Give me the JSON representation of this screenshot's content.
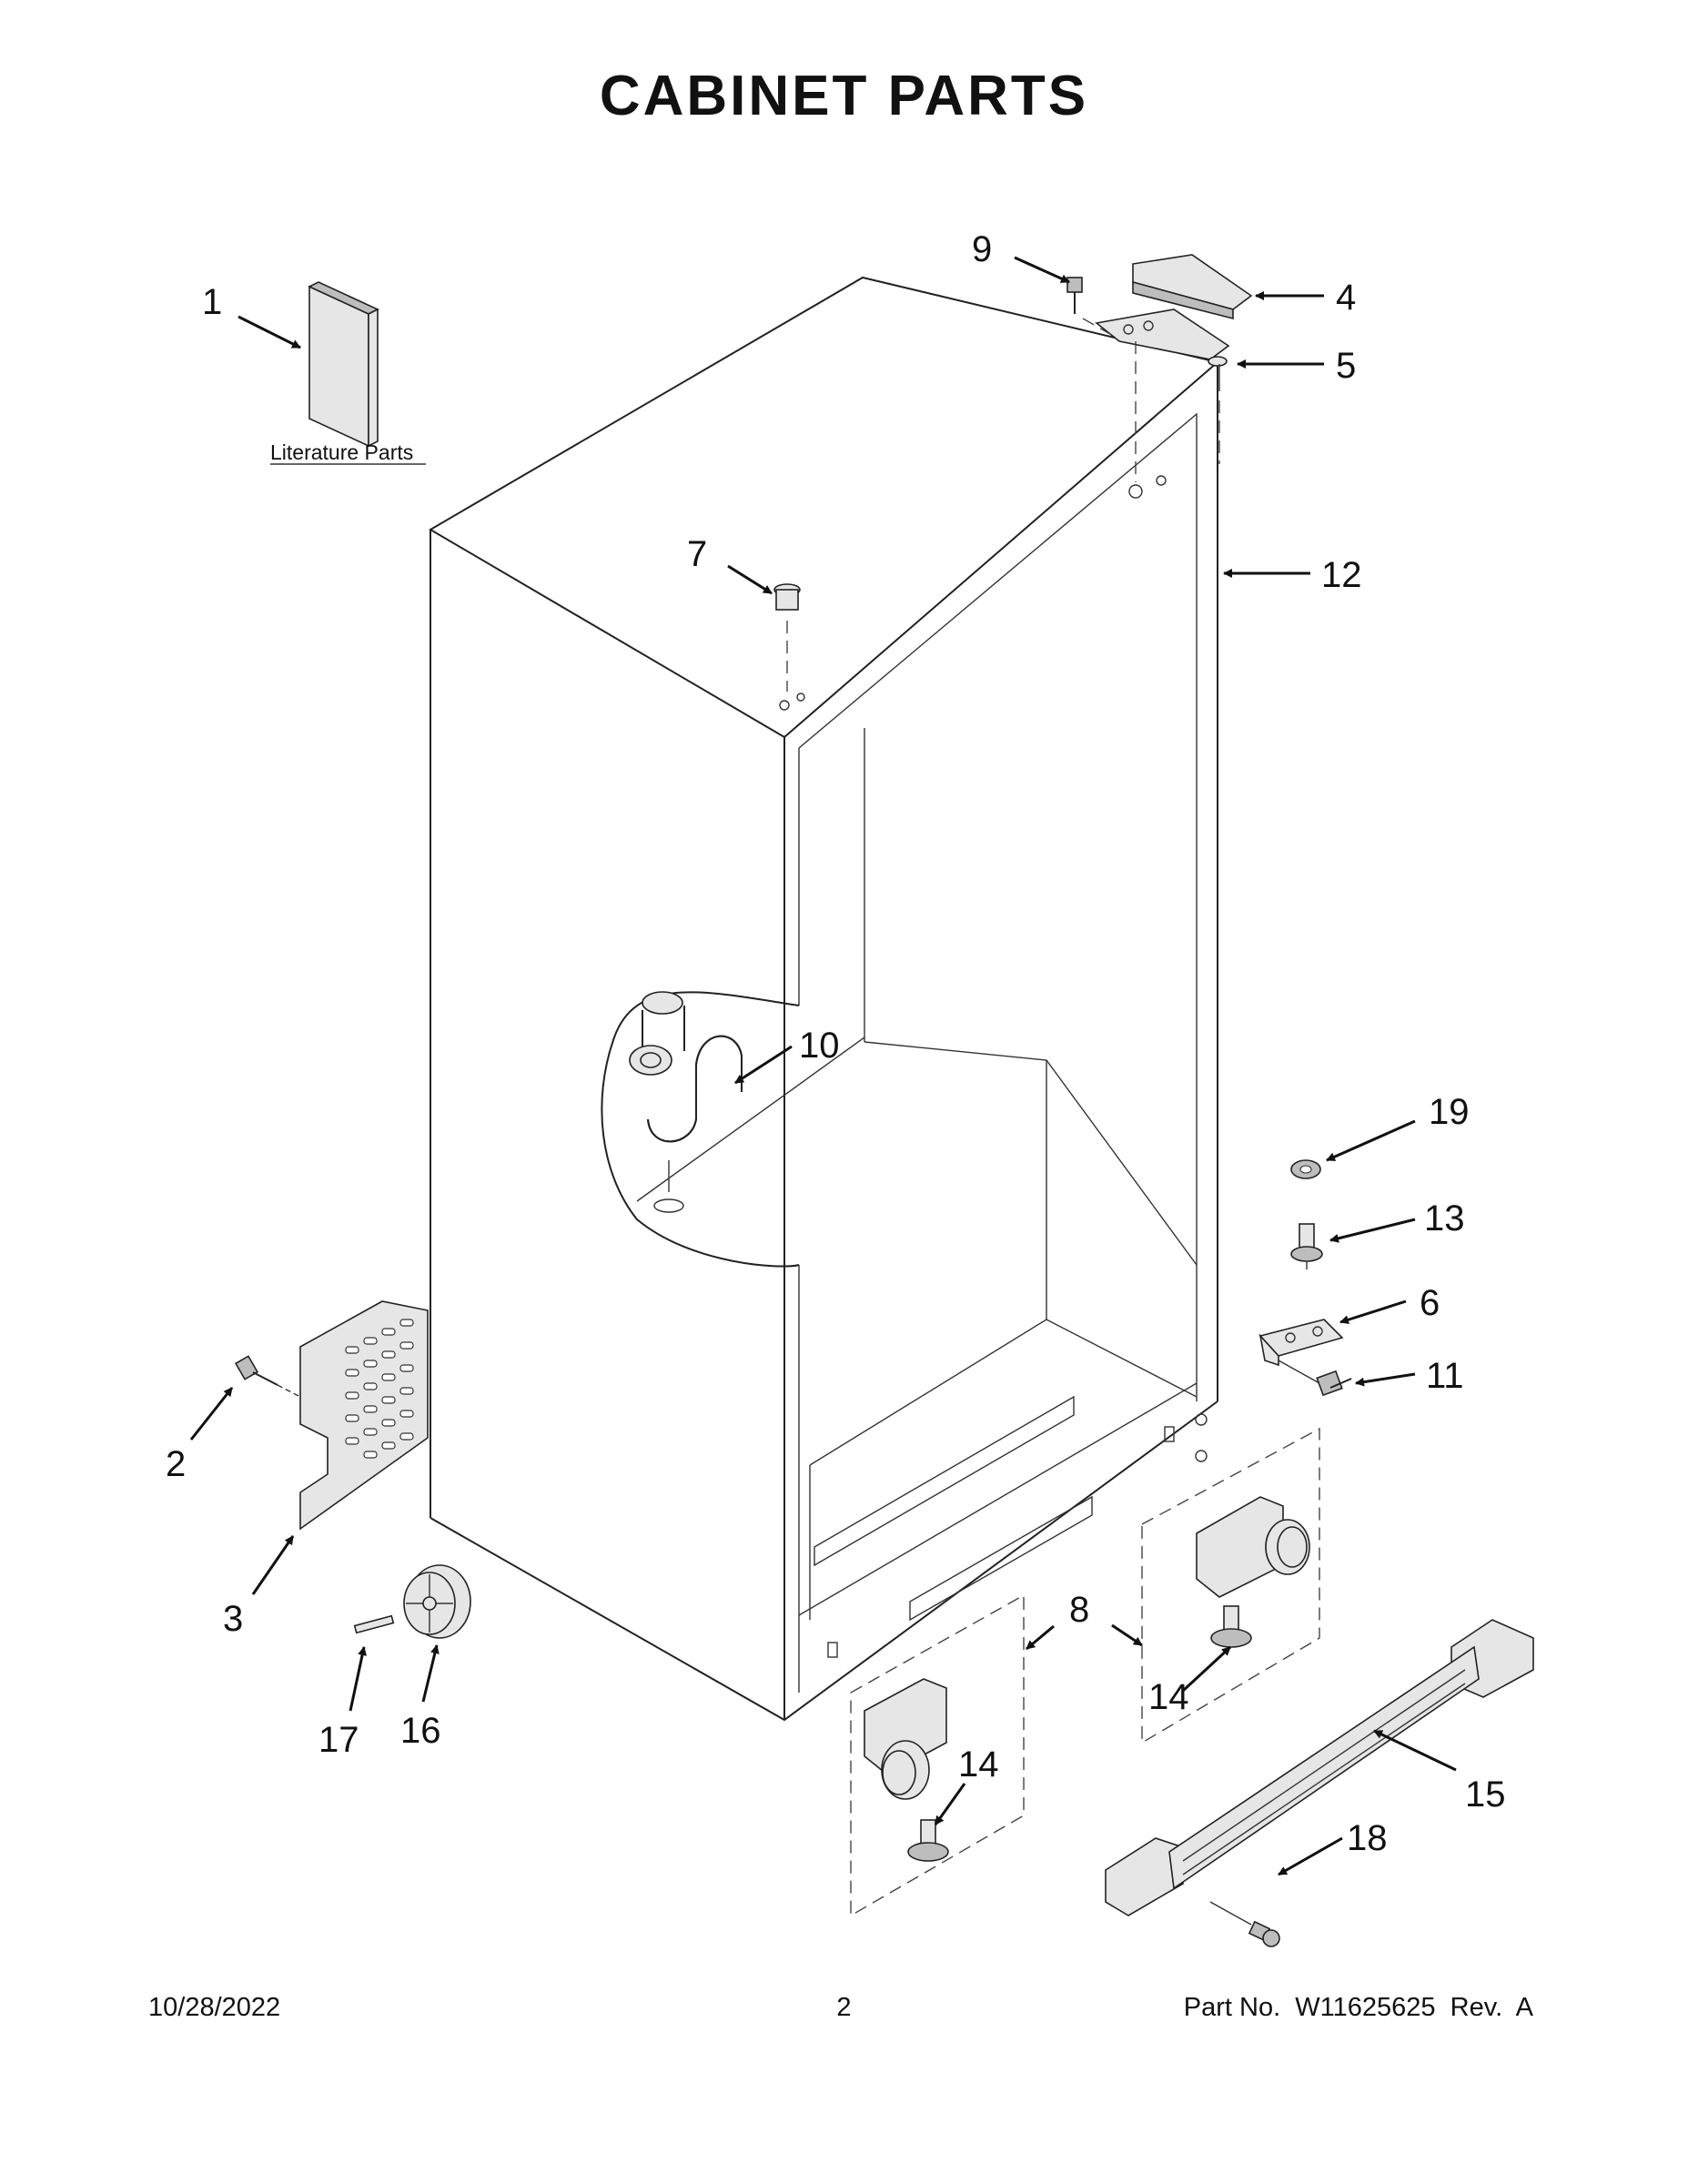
{
  "page": {
    "title": "CABINET PARTS",
    "date": "10/28/2022",
    "page_number": "2",
    "part_number_label": "Part No.",
    "part_number": "W11625625",
    "revision_label": "Rev.",
    "revision": "A"
  },
  "diagram": {
    "literature_label": "Literature Parts",
    "callouts": {
      "c1": "1",
      "c2": "2",
      "c3": "3",
      "c4": "4",
      "c5": "5",
      "c6": "6",
      "c7": "7",
      "c8": "8",
      "c9": "9",
      "c10": "10",
      "c11": "11",
      "c12": "12",
      "c13": "13",
      "c14a": "14",
      "c14b": "14",
      "c15": "15",
      "c16": "16",
      "c17": "17",
      "c18": "18",
      "c19": "19"
    }
  }
}
